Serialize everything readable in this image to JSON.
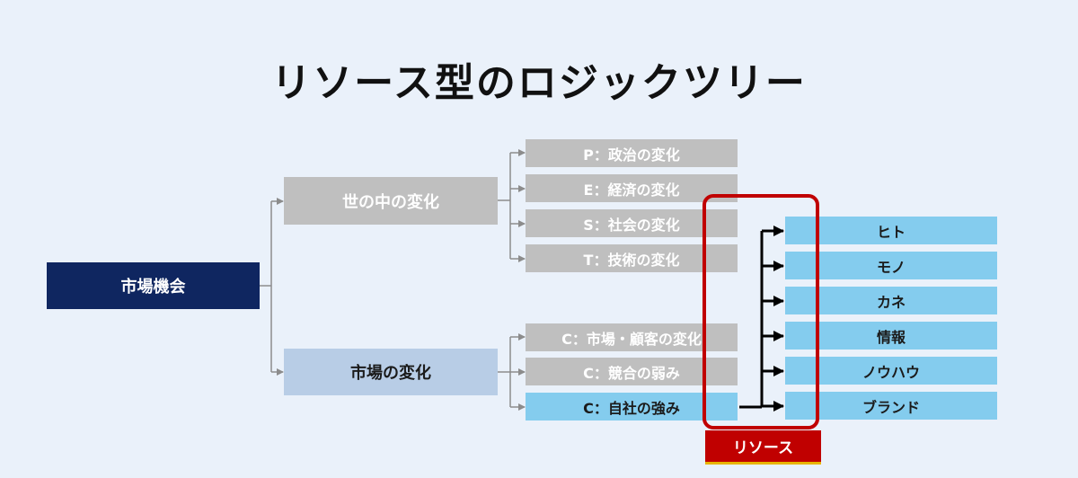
{
  "title": "リソース型のロジックツリー",
  "root": "市場機会",
  "level1": [
    "世の中の変化",
    "市場の変化"
  ],
  "pest": [
    "P：政治の変化",
    "E：経済の変化",
    "S：社会の変化",
    "T：技術の変化"
  ],
  "threec": [
    "C：市場・顧客の変化",
    "C：競合の弱み",
    "C：自社の強み"
  ],
  "resources": [
    "ヒト",
    "モノ",
    "カネ",
    "情報",
    "ノウハウ",
    "ブランド"
  ],
  "highlight_label": "リソース",
  "colors": {
    "background": "#EAF1FA",
    "root": "#0F2660",
    "gray_box": "#BFBFBF",
    "light_blue_box": "#B8CDE6",
    "sky_box": "#84CCEE",
    "highlight": "#C00000",
    "connector": "#8C8C8C",
    "arrow": "#000000"
  }
}
